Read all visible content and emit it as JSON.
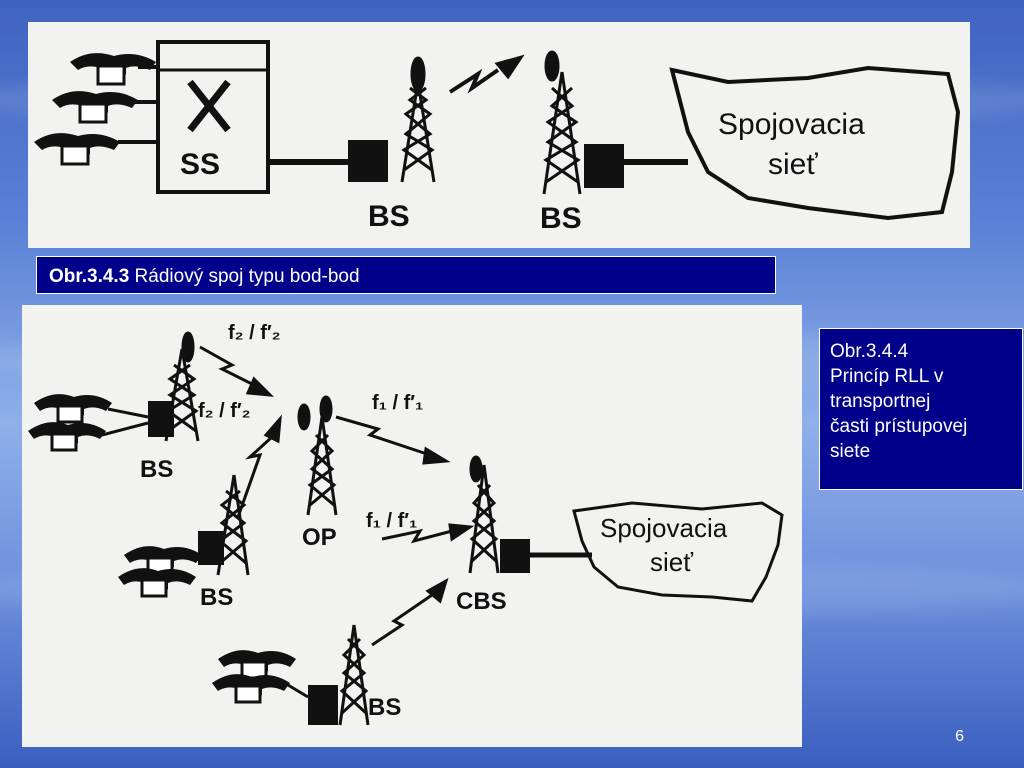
{
  "figure1": {
    "labels": {
      "ss": "SS",
      "bs_left": "BS",
      "bs_right": "BS",
      "network_line1": "Spojovacia",
      "network_line2": "sieť"
    }
  },
  "caption1": {
    "number": "Obr.3.4.3",
    "text": " Rádiový spoj typu bod-bod"
  },
  "figure2": {
    "labels": {
      "bs_top": "BS",
      "bs_mid": "BS",
      "bs_bottom": "BS",
      "op": "OP",
      "cbs": "CBS",
      "freq_top": "f₂ / f′₂",
      "freq_mid": "f₂ / f′₂",
      "freq_op": "f₁ / f′₁",
      "freq_cbs": "f₁ / f′₁",
      "network_line1": "Spojovacia",
      "network_line2": "sieť"
    }
  },
  "caption2": {
    "line1": "Obr.3.4.4",
    "line2": "Princíp RLL v",
    "line3": "transportnej",
    "line4": "časti prístupovej",
    "line5": "siete"
  },
  "page_number": "6"
}
